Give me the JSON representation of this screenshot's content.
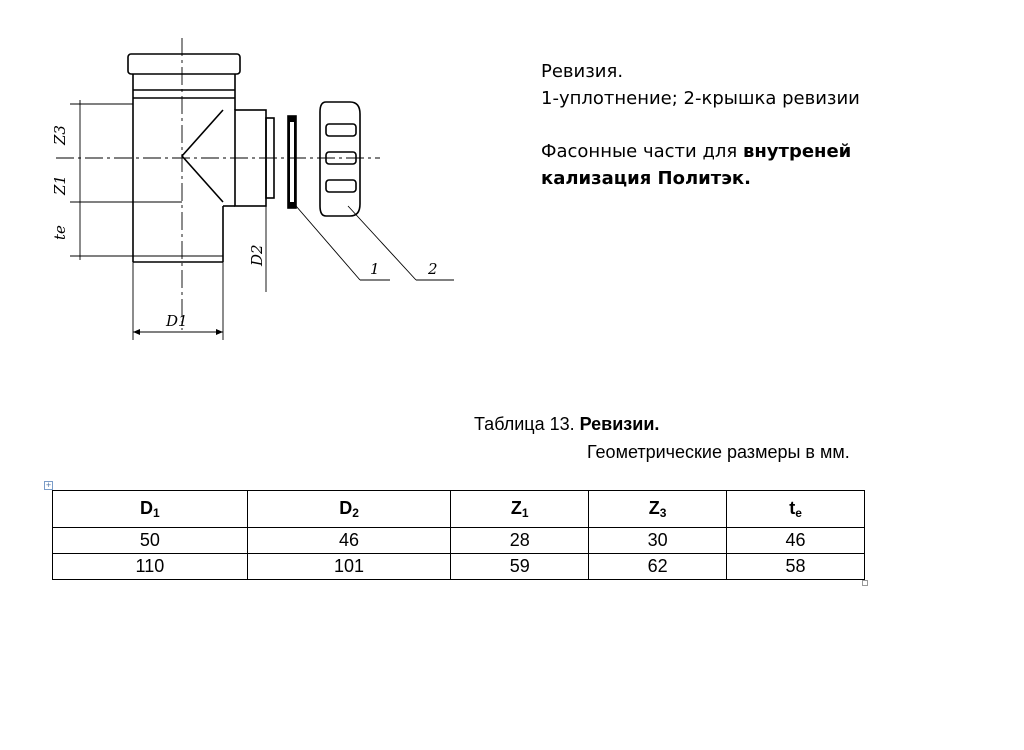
{
  "description": {
    "title": "Ревизия.",
    "legend": "1-уплотнение; 2-крышка ревизии",
    "note_regular": "Фасонные части для ",
    "note_bold_1": "внутреней",
    "note_bold_2": "кализация Политэк."
  },
  "drawing": {
    "labels": {
      "z3": "Z3",
      "z1": "Z1",
      "te": "te",
      "d1": "D1",
      "d2": "D2",
      "callout_1": "1",
      "callout_2": "2"
    }
  },
  "table": {
    "caption_prefix": "Таблица 13. ",
    "caption_bold": "Ревизии.",
    "subcaption": "Геометрические размеры в мм.",
    "columns": [
      {
        "base": "D",
        "sub": "1"
      },
      {
        "base": "D",
        "sub": "2"
      },
      {
        "base": "Z",
        "sub": "1"
      },
      {
        "base": "Z",
        "sub": "3"
      },
      {
        "base": "t",
        "sub": "e"
      }
    ],
    "rows": [
      [
        "50",
        "46",
        "28",
        "30",
        "46"
      ],
      [
        "110",
        "101",
        "59",
        "62",
        "58"
      ]
    ]
  }
}
